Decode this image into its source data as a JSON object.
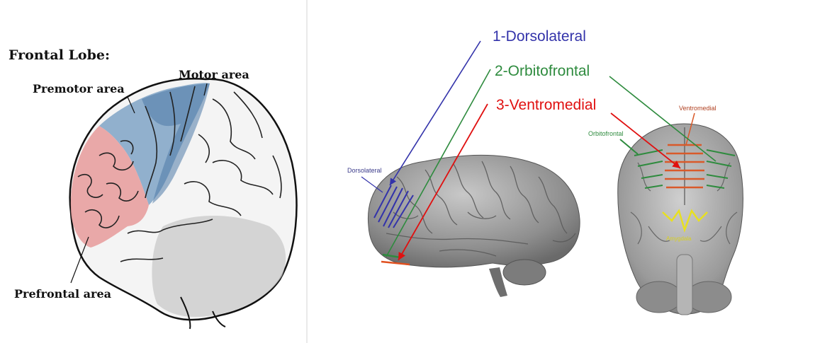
{
  "left_panel": {
    "title": "Frontal Lobe:",
    "labels": {
      "motor": "Motor area",
      "premotor": "Premotor area",
      "prefrontal": "Prefrontal area"
    }
  },
  "right_panel": {
    "legend": {
      "dorsolateral": "1-Dorsolateral",
      "orbitofrontal": "2-Orbitofrontal",
      "ventromedial": "3-Ventromedial"
    },
    "small_labels": {
      "dorsolateral": "Dorsolateral",
      "orbitofrontal": "Orbitofrontal",
      "ventromedial": "Ventromedial",
      "amygdala": "Amygdala"
    }
  },
  "colors": {
    "dorsolateral": "#3333aa",
    "orbitofrontal": "#2e8b3e",
    "ventromedial": "#e01010",
    "prefrontal_fill": "#e8a0a0",
    "premotor_fill": "#7fa3c6",
    "brain_gray": "#a9a9a9",
    "amygdala": "#e8e020"
  }
}
